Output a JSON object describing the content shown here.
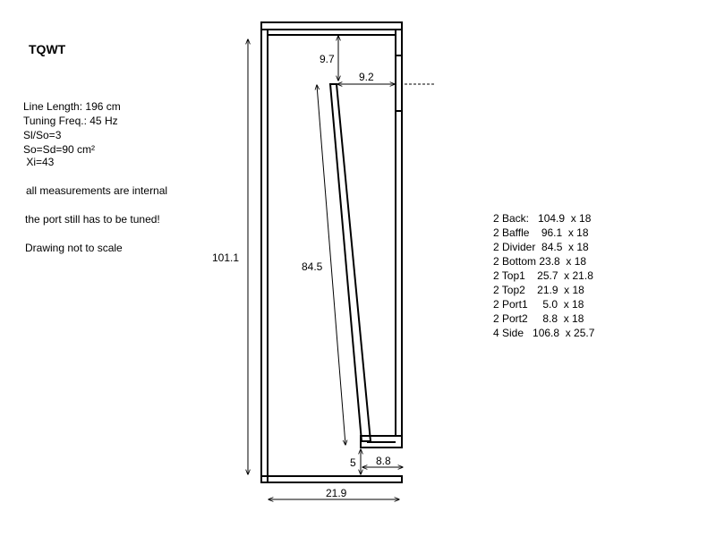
{
  "title": "TQWT",
  "specs": [
    "Line Length: 196 cm",
    "Tuning Freq.: 45 Hz",
    "Sl/So=3",
    "So=Sd=90 cm²",
    " Xi=43"
  ],
  "notes": {
    "internal": "all measurements are internal",
    "port": "the port still has to be tuned!",
    "scale": "Drawing not to scale"
  },
  "dimensions": {
    "height": "101.1",
    "top_gap": "9.7",
    "top_width": "9.2",
    "divider": "84.5",
    "port_height": "5",
    "port_width": "8.8",
    "width": "21.9"
  },
  "cut_list": [
    "2 Back:   104.9  x 18",
    "2 Baffle    96.1  x 18",
    "2 Divider  84.5  x 18",
    "2 Bottom 23.8  x 18",
    "2 Top1    25.7  x 21.8",
    "2 Top2    21.9  x 18",
    "2 Port1     5.0  x 18",
    "2 Port2     8.8  x 18",
    "4 Side   106.8  x 25.7"
  ]
}
